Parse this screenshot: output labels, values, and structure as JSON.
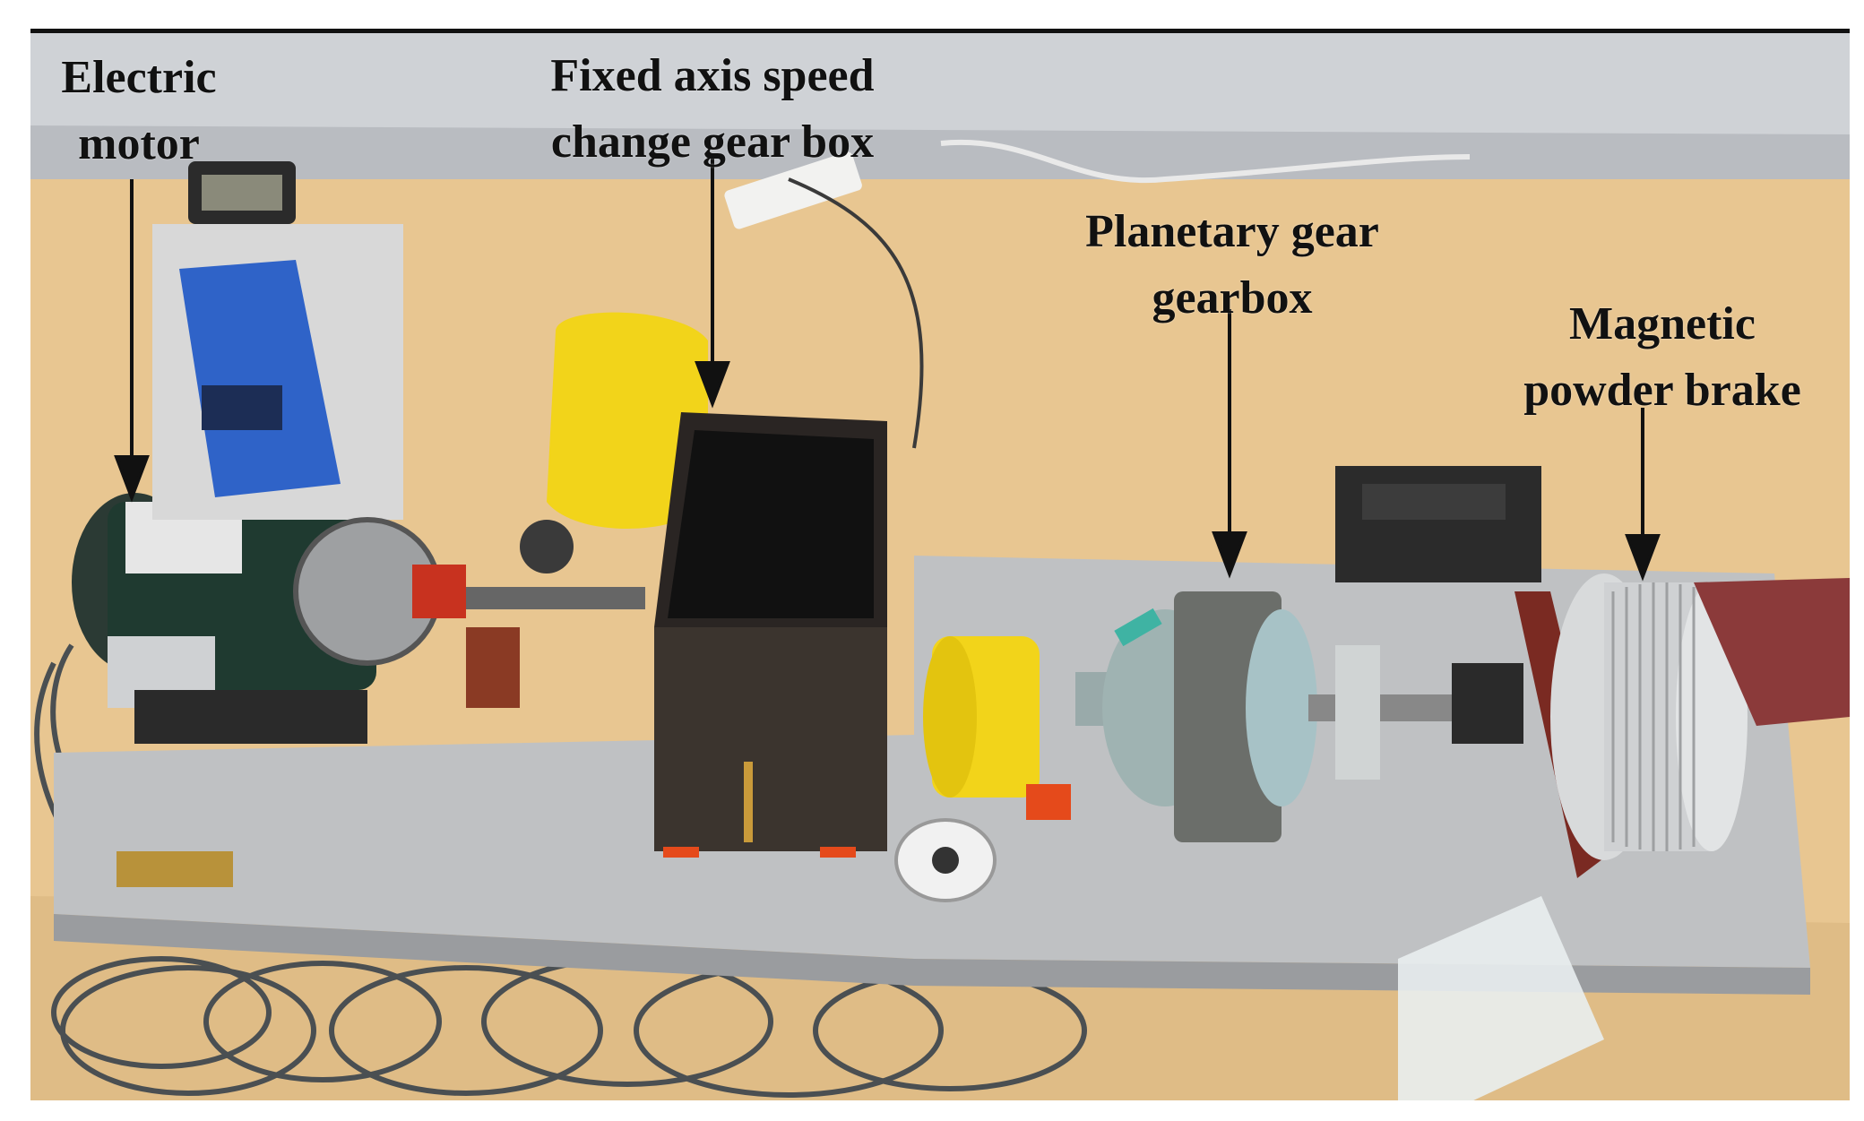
{
  "labels": [
    {
      "id": "motor",
      "lines": [
        "Electric",
        "motor"
      ]
    },
    {
      "id": "fixed",
      "lines": [
        "Fixed axis speed",
        "change gear box"
      ]
    },
    {
      "id": "planetary",
      "lines": [
        "Planetary gear",
        "gearbox"
      ]
    },
    {
      "id": "brake",
      "lines": [
        "Magnetic",
        "powder brake"
      ]
    }
  ],
  "colors": {
    "background": "#e8c691",
    "wall": "#cfd2d6",
    "base_plate": "#bfc1c3",
    "vfd_drive": "#2f63c8",
    "yellow_guard": "#f2d41a",
    "gearbox_body": "#2a2523",
    "brake_red": "#7a2a22",
    "label_text": "#111111"
  },
  "icons": [
    "arrow-down-icon"
  ]
}
